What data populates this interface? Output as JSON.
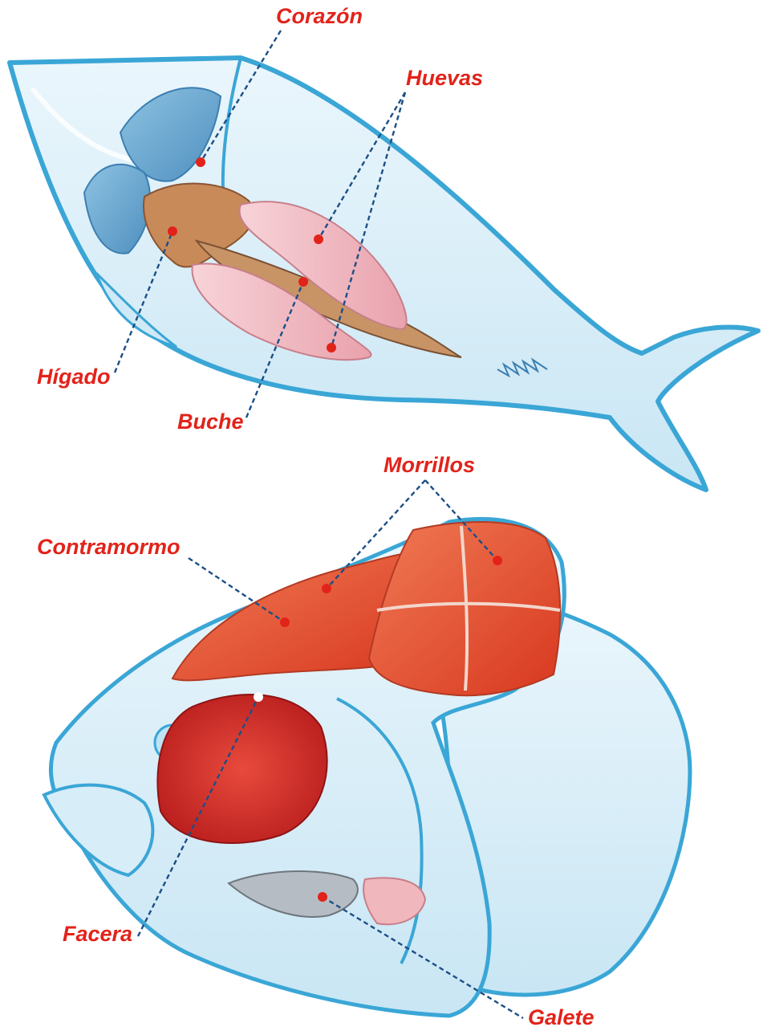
{
  "colors": {
    "label": "#e2231a",
    "leader": "#1c4f86",
    "outline": "#3aa6d6",
    "body": "#d9eef8"
  },
  "labels": {
    "corazon": "Corazón",
    "huevas": "Huevas",
    "higado": "Hígado",
    "buche": "Buche",
    "morrillos": "Morrillos",
    "contramormo": "Contramormo",
    "facera": "Facera",
    "galete": "Galete"
  }
}
